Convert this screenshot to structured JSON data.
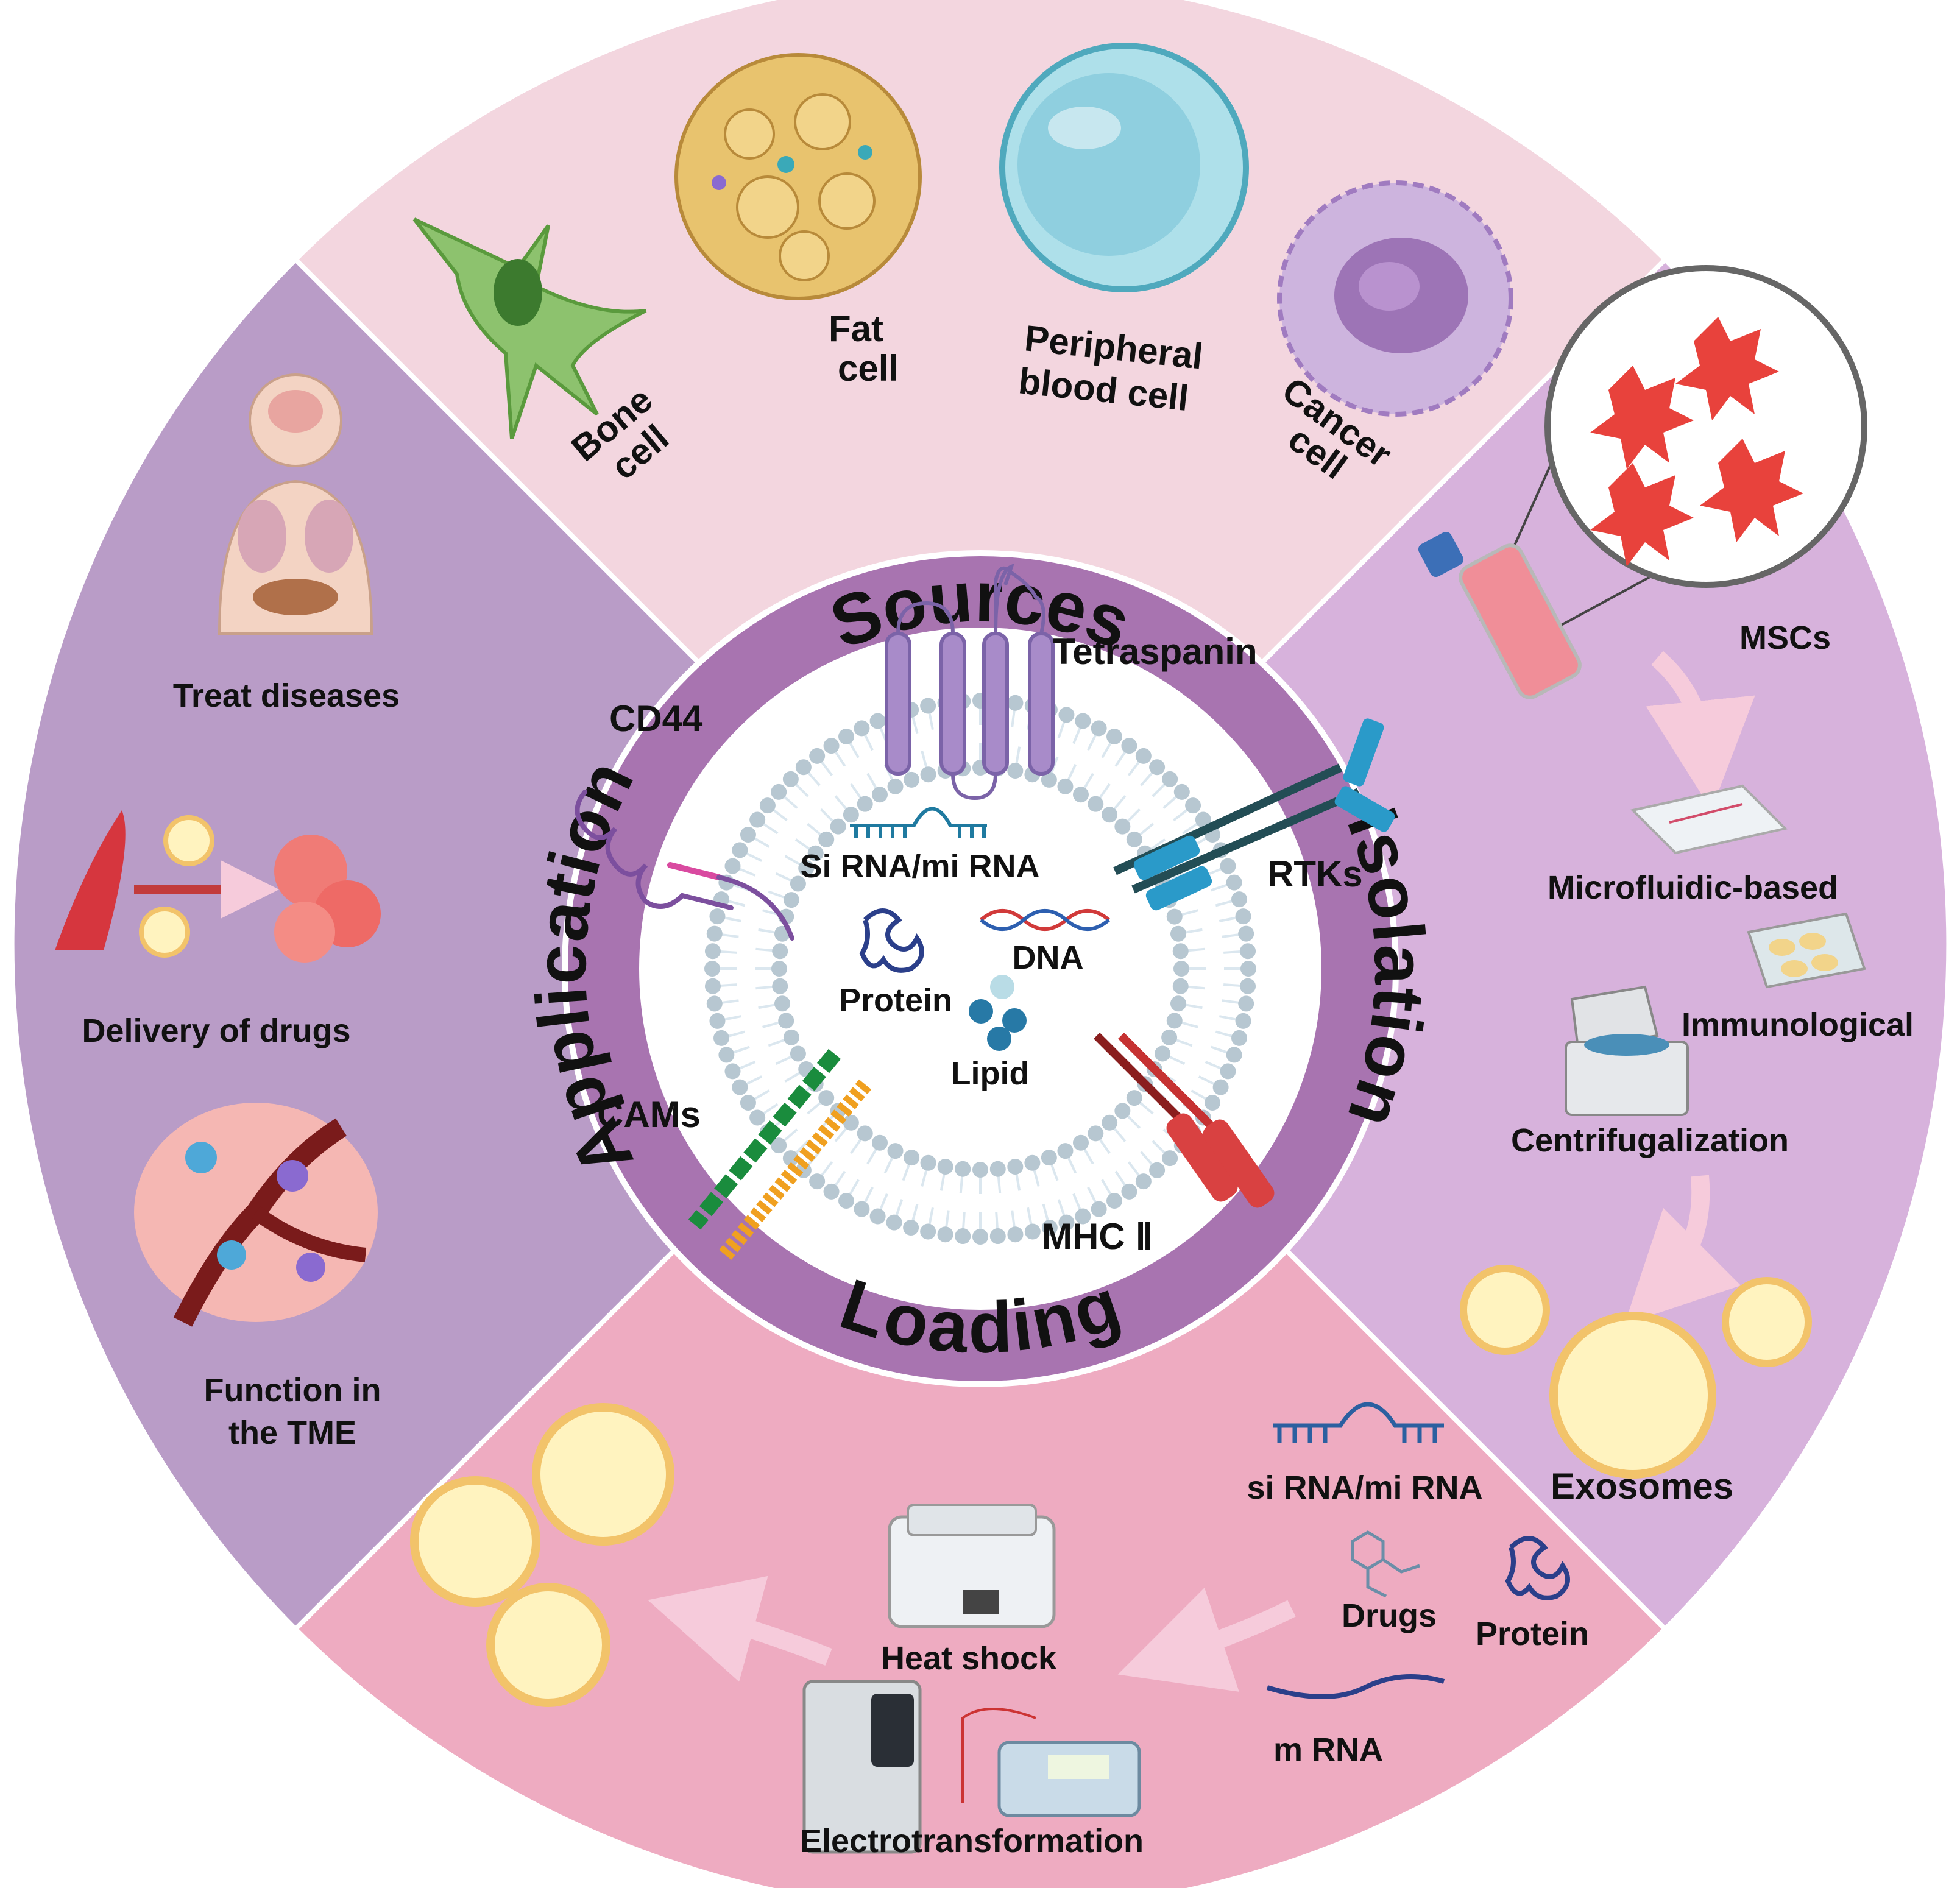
{
  "colors": {
    "sources_bg": "#f3d6df",
    "isolation_bg": "#d7b2dc",
    "loading_bg": "#eeabc1",
    "application_bg": "#b99cc7",
    "inner_ring": "#a874b0",
    "membrane_head": "#b7c7d1",
    "membrane_tail": "#dbe7ef"
  },
  "ring": {
    "sources": "Sources",
    "isolation": "Isolation",
    "loading": "Loading",
    "application": "Application"
  },
  "sources": {
    "bone_cell": [
      "Bone",
      "cell"
    ],
    "fat_cell": [
      "Fat",
      "cell"
    ],
    "peripheral_blood_cell": [
      "Peripheral",
      "blood cell"
    ],
    "cancer_cell": [
      "Cancer",
      "cell"
    ]
  },
  "isolation": {
    "mscs": "MSCs",
    "microfluidic": "Microfluidic-based",
    "immunological": "Immunological",
    "centrifugalization": "Centrifugalization",
    "exosomes": "Exosomes"
  },
  "loading": {
    "sirna": "si RNA/mi RNA",
    "drugs": "Drugs",
    "protein": "Protein",
    "mrna": "m RNA",
    "heat_shock": "Heat shock",
    "electrotransformation": "Electrotransformation"
  },
  "application": {
    "treat_diseases": "Treat  diseases",
    "delivery_of_drugs": "Delivery of drugs",
    "function_tme": [
      "Function in",
      "the TME"
    ]
  },
  "center": {
    "tetraspanin": "Tetraspanin",
    "cd44": "CD44",
    "sirna": "Si RNA/mi RNA",
    "rtks": "RTKs",
    "dna": "DNA",
    "protein": "Protein",
    "lipid": "Lipid",
    "cams": "CAMs",
    "mhc2": "MHC Ⅱ"
  }
}
